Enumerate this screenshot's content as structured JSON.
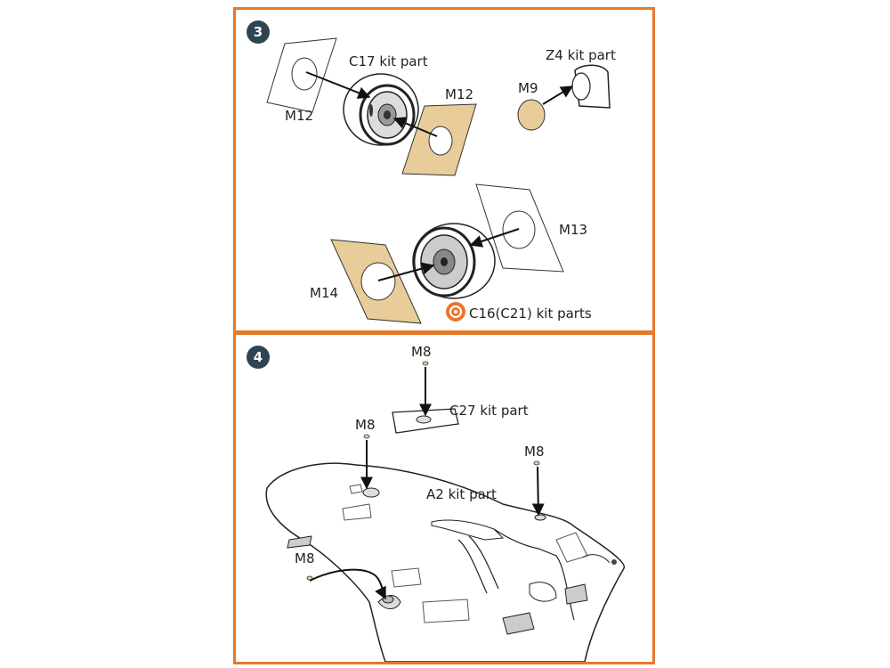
{
  "colors": {
    "frame": "#e8782a",
    "badge": "#2d4453",
    "mask": "#e8cc9a"
  },
  "step3": {
    "badge": "3",
    "labels": {
      "m12_left": "M12",
      "c17": "C17 kit part",
      "m12_right": "M12",
      "z4": "Z4 kit part",
      "m9": "M9",
      "m13": "M13",
      "m14": "M14",
      "c16": "C16(C21) kit parts"
    }
  },
  "step4": {
    "badge": "4",
    "labels": {
      "m8_top": "M8",
      "c27": "C27 kit part",
      "m8_left": "M8",
      "m8_right": "M8",
      "a2": "A2 kit part",
      "m8_bottom": "M8"
    }
  }
}
